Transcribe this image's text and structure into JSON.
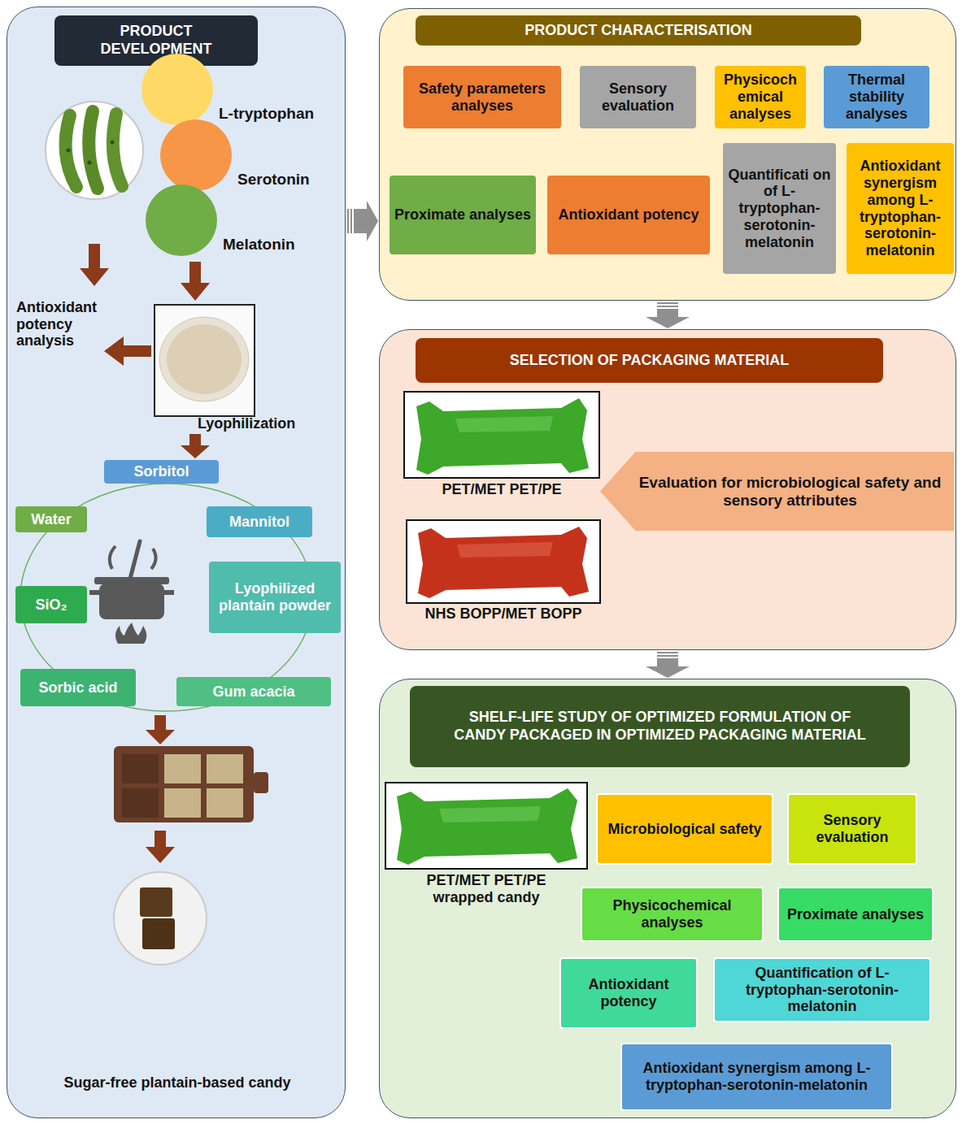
{
  "diagram": {
    "nodes": [
      {
        "text": [
          "PRODUCT DEVELOPMENT"
        ]
      },
      {
        "text": [
          "L-tryptophan"
        ],
        "in": 0
      },
      {
        "text": [
          "Serotonin"
        ],
        "in": 0
      },
      {
        "text": [
          "Melatonin"
        ],
        "in": 0
      },
      {
        "text": [
          "Sorbitol"
        ],
        "in": 0
      },
      {
        "text": [
          "Water"
        ],
        "in": 0
      },
      {
        "text": [
          "Mannitol"
        ],
        "in": 0
      },
      {
        "text": [
          "Lyophilized plantain powder"
        ],
        "in": 0
      },
      {
        "text": [
          "SiO₂"
        ],
        "in": 0
      },
      {
        "text": [
          "Sorbic acid"
        ],
        "in": 0
      },
      {
        "text": [
          "Gum acacia"
        ],
        "in": 0
      },
      {
        "text": [
          "PRODUCT CHARACTERISATION"
        ]
      },
      {
        "text": [
          "Safety parameters analyses"
        ],
        "in": 11
      },
      {
        "text": [
          "Sensory evaluation"
        ],
        "in": 11
      },
      {
        "text": [
          "Physicoch emical analyses"
        ],
        "in": 11
      },
      {
        "text": [
          "Thermal stability analyses"
        ],
        "in": 11
      },
      {
        "text": [
          "Proximate analyses"
        ],
        "in": 11
      },
      {
        "text": [
          "Antioxidant potency"
        ],
        "in": 11
      },
      {
        "text": [
          "Quantificati on of L-tryptophan-serotonin-melatonin"
        ],
        "in": 11
      },
      {
        "text": [
          "Antioxidant synergism among L-tryptophan-serotonin-melatonin"
        ],
        "in": 11
      },
      {
        "text": [
          "SELECTION OF PACKAGING MATERIAL"
        ]
      },
      {
        "text": [
          "Evaluation for microbiological safety and sensory attributes"
        ],
        "in": 20
      },
      {
        "text": [
          "SHELF-LIFE STUDY OF OPTIMIZED FORMULATION OF CANDY PACKAGED IN OPTIMIZED PACKAGING MATERIAL"
        ]
      },
      {
        "text": [
          "Microbiological safety"
        ],
        "in": 22
      },
      {
        "text": [
          "Sensory evaluation"
        ],
        "in": 22
      },
      {
        "text": [
          "Physicochemical analyses"
        ],
        "in": 22
      },
      {
        "text": [
          "Proximate analyses"
        ],
        "in": 22
      },
      {
        "text": [
          "Antioxidant potency"
        ],
        "in": 22
      },
      {
        "text": [
          "Quantification of L-tryptophan-serotonin-melatonin"
        ],
        "in": 22
      },
      {
        "text": [
          "Antioxidant synergism among L-tryptophan-serotonin-melatonin"
        ],
        "in": 22
      }
    ],
    "edges": [
      {
        "from": 0,
        "to": 11,
        "arrow": "to"
      },
      {
        "from": 11,
        "to": 20,
        "arrow": "to"
      },
      {
        "from": 20,
        "to": 22,
        "arrow": "to"
      }
    ],
    "labels": [
      "Antioxidant potency analysis",
      "Lyophilization",
      "Sugar-free plantain-based candy",
      "PET/MET PET/PE",
      "NHS BOPP/MET BOPP",
      "PET/MET PET/PE wrapped candy"
    ]
  }
}
